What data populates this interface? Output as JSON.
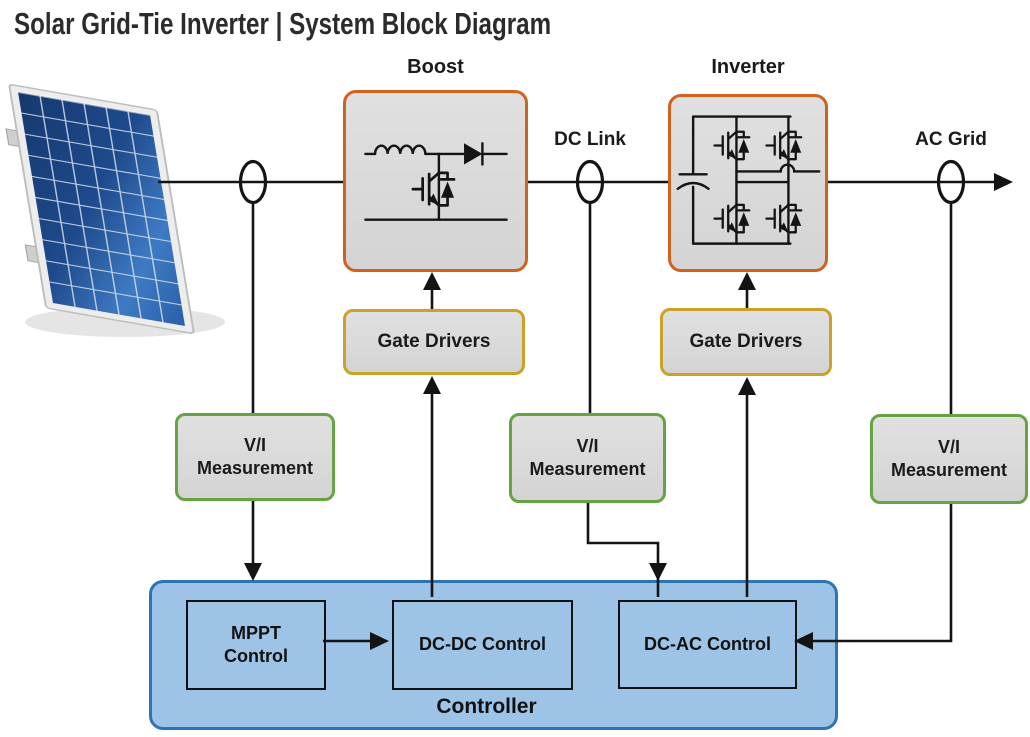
{
  "title": "Solar Grid-Tie Inverter | System Block Diagram",
  "blocks": {
    "boost": "Boost",
    "inverter": "Inverter",
    "gate_drivers_boost": "Gate Drivers",
    "gate_drivers_inverter": "Gate Drivers",
    "vi_pv": {
      "line1": "V/I",
      "line2": "Measurement"
    },
    "vi_dclink": {
      "line1": "V/I",
      "line2": "Measurement"
    },
    "vi_acgrid": {
      "line1": "V/I",
      "line2": "Measurement"
    }
  },
  "nodes": {
    "dc_link": "DC Link",
    "ac_grid": "AC Grid"
  },
  "controller": {
    "label": "Controller",
    "mppt": {
      "line1": "MPPT",
      "line2": "Control"
    },
    "dcdc": "DC-DC Control",
    "dcac": "DC-AC Control"
  },
  "colors": {
    "converter_border": "#D2611E",
    "gate_driver_border": "#C9A227",
    "measurement_border": "#67A345",
    "block_fill": "#D9D9D9",
    "controller_fill": "#9DC3E6",
    "controller_border": "#2E74B5",
    "wire": "#141414",
    "panel_blue_dark": "#16386E",
    "panel_blue_light": "#3E7BC4"
  }
}
